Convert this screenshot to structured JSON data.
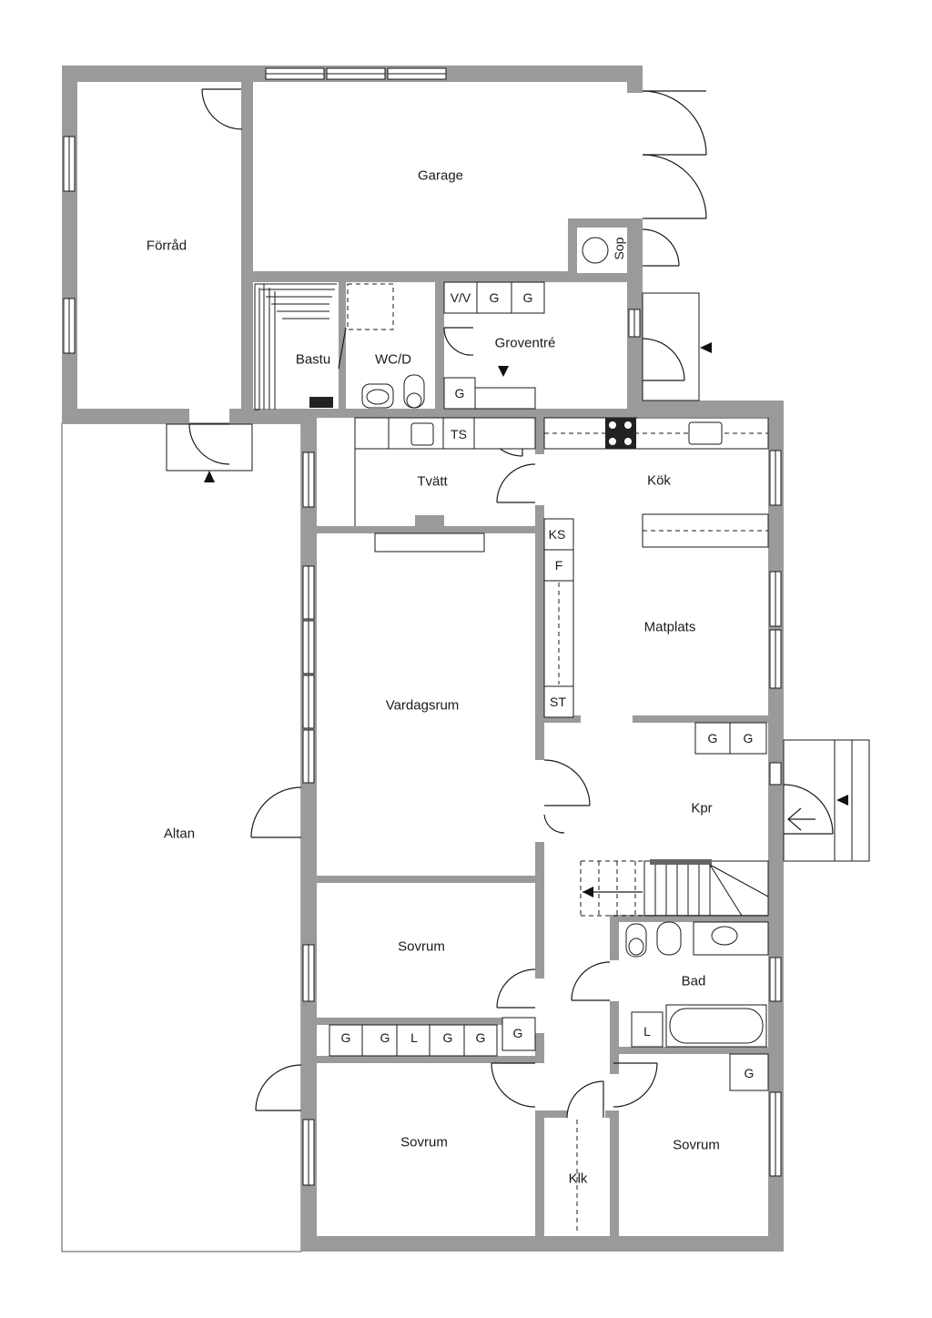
{
  "rooms": {
    "forrad": "Förråd",
    "garage": "Garage",
    "sop": "Sop",
    "bastu": "Bastu",
    "wcd": "WC/D",
    "groventre": "Groventré",
    "tvatt": "Tvätt",
    "kok": "Kök",
    "matplats": "Matplats",
    "vardagsrum": "Vardagsrum",
    "kpr": "Kpr",
    "altan": "Altan",
    "sovrum_1": "Sovrum",
    "bad": "Bad",
    "sovrum_2": "Sovrum",
    "klk": "Klk",
    "sovrum_3": "Sovrum"
  },
  "fixtures": {
    "vv": "V/V",
    "g": "G",
    "ts": "TS",
    "ks": "KS",
    "f": "F",
    "st": "ST",
    "l": "L"
  }
}
